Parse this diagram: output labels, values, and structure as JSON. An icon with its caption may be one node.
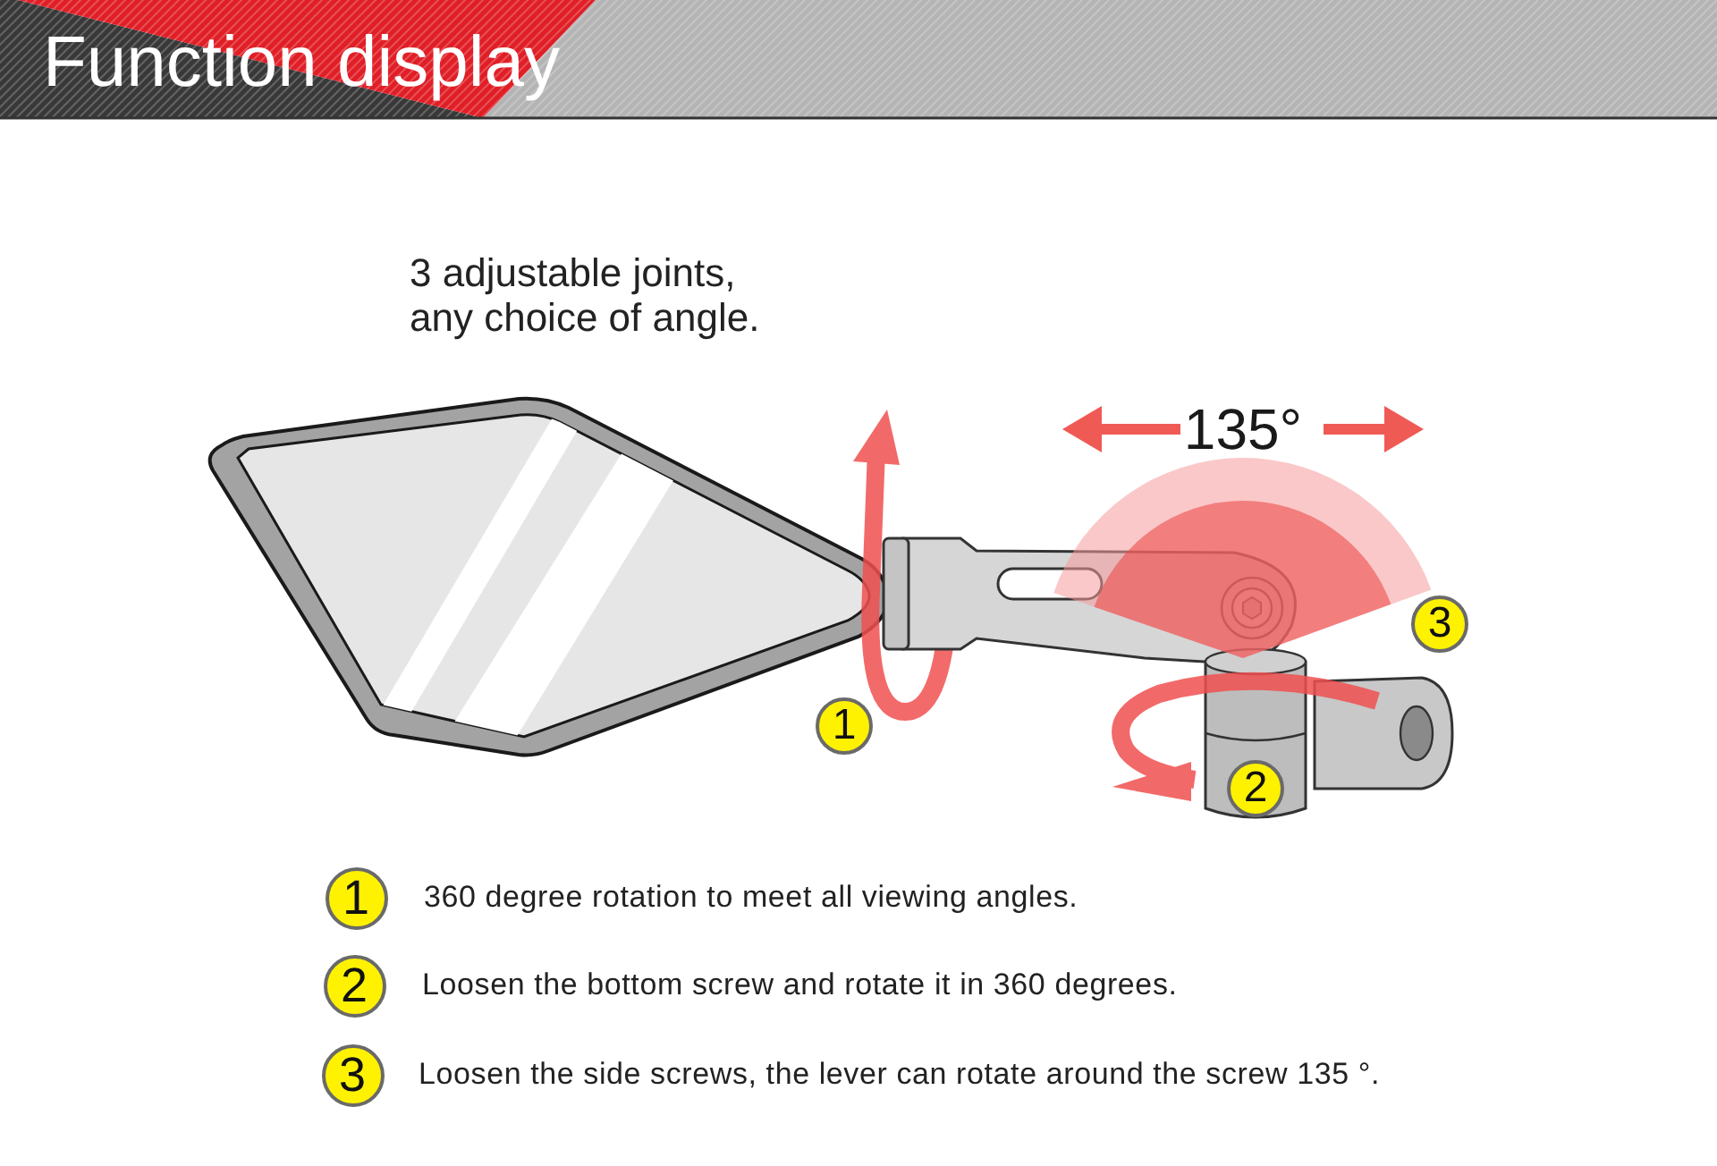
{
  "diagram": {
    "title": "Function display",
    "nodes": [
      {
        "text": [
          "3"
        ]
      },
      {
        "text": [
          "1"
        ]
      },
      {
        "text": [
          "2"
        ]
      },
      {
        "text": [
          "1"
        ],
        "beside": [
          "360 degree rotation to meet all viewing angles."
        ]
      },
      {
        "text": [
          "2"
        ],
        "beside": [
          "Loosen the bottom screw and rotate it in 360 degrees."
        ]
      },
      {
        "text": [
          "3"
        ],
        "beside": [
          "Loosen the side screws, the lever can rotate around the screw 135 °."
        ]
      }
    ],
    "labels": [
      "3 adjustable joints, any choice of angle.",
      "135°"
    ]
  }
}
